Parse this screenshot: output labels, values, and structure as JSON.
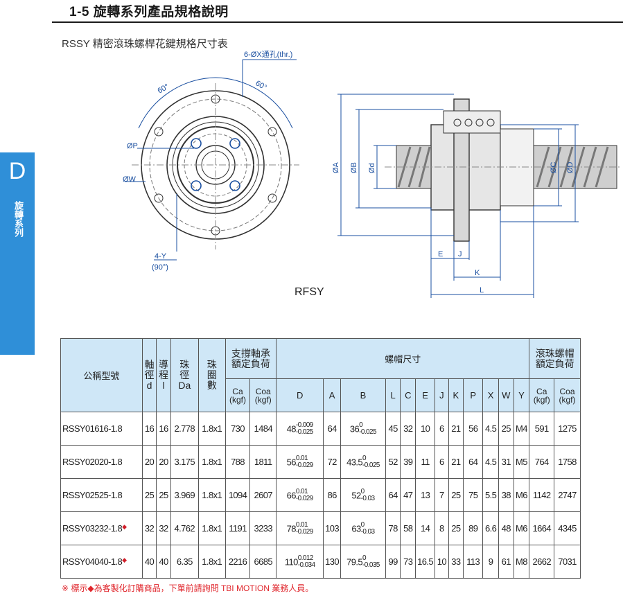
{
  "header": {
    "title": "1-5 旋轉系列產品規格說明"
  },
  "subtitle": "RSSY 精密滾珠螺桿花鍵規格尺寸表",
  "side_tab": {
    "letter": "D",
    "category": "旋轉系列"
  },
  "drawing": {
    "caption": "RFSY",
    "labels": {
      "holes": "6-ØX通孔(thr.)",
      "angle_left": "60°",
      "angle_right": "60°",
      "dia_p": "ØP",
      "dia_w": "ØW",
      "y_holes": "4-Y",
      "y_angle": "(90°)",
      "dia_a": "ØA",
      "dia_b": "ØB",
      "dia_d_small": "Ød",
      "dia_c": "ØC",
      "dia_d": "ØD",
      "e": "E",
      "j": "J",
      "k": "K",
      "l": "L"
    }
  },
  "table": {
    "headers": {
      "model": "公稱型號",
      "shaft": [
        "軸",
        "徑",
        "d"
      ],
      "lead": [
        "導",
        "程",
        "l"
      ],
      "ball": [
        "珠",
        "徑",
        "Da"
      ],
      "circuits": [
        "珠",
        "圈",
        "數"
      ],
      "support": [
        "支撐軸承",
        "額定負荷"
      ],
      "nut": "螺帽尺寸",
      "ballscrew": [
        "滾珠螺帽",
        "額定負荷"
      ],
      "ca": [
        "Ca",
        "(kgf)"
      ],
      "coa": [
        "Coa",
        "(kgf)"
      ],
      "nut_cols": [
        "D",
        "A",
        "B",
        "L",
        "C",
        "E",
        "J",
        "K",
        "P",
        "X",
        "W",
        "Y"
      ]
    },
    "rows": [
      {
        "model": "RSSY01616-1.8",
        "mark": "",
        "d": "16",
        "l": "16",
        "da": "2.778",
        "circ": "1.8x1",
        "ca": "730",
        "coa": "1484",
        "D": "48",
        "D_up": "-0.009",
        "D_dn": "-0.025",
        "A": "64",
        "B": "36",
        "B_up": "0",
        "B_dn": "-0.025",
        "L": "45",
        "C": "32",
        "E": "10",
        "J": "6",
        "K": "21",
        "P": "56",
        "X": "4.5",
        "W": "25",
        "Y": "M4",
        "ca2": "591",
        "coa2": "1275"
      },
      {
        "model": "RSSY02020-1.8",
        "mark": "",
        "d": "20",
        "l": "20",
        "da": "3.175",
        "circ": "1.8x1",
        "ca": "788",
        "coa": "1811",
        "D": "56",
        "D_up": "0.01",
        "D_dn": "-0.029",
        "A": "72",
        "B": "43.5",
        "B_up": "0",
        "B_dn": "-0.025",
        "L": "52",
        "C": "39",
        "E": "11",
        "J": "6",
        "K": "21",
        "P": "64",
        "X": "4.5",
        "W": "31",
        "Y": "M5",
        "ca2": "764",
        "coa2": "1758"
      },
      {
        "model": "RSSY02525-1.8",
        "mark": "",
        "d": "25",
        "l": "25",
        "da": "3.969",
        "circ": "1.8x1",
        "ca": "1094",
        "coa": "2607",
        "D": "66",
        "D_up": "0.01",
        "D_dn": "-0.029",
        "A": "86",
        "B": "52",
        "B_up": "0",
        "B_dn": "-0.03",
        "L": "64",
        "C": "47",
        "E": "13",
        "J": "7",
        "K": "25",
        "P": "75",
        "X": "5.5",
        "W": "38",
        "Y": "M6",
        "ca2": "1142",
        "coa2": "2747"
      },
      {
        "model": "RSSY03232-1.8",
        "mark": "◆",
        "d": "32",
        "l": "32",
        "da": "4.762",
        "circ": "1.8x1",
        "ca": "1191",
        "coa": "3233",
        "D": "78",
        "D_up": "0.01",
        "D_dn": "-0.029",
        "A": "103",
        "B": "63",
        "B_up": "0",
        "B_dn": "-0.03",
        "L": "78",
        "C": "58",
        "E": "14",
        "J": "8",
        "K": "25",
        "P": "89",
        "X": "6.6",
        "W": "48",
        "Y": "M6",
        "ca2": "1664",
        "coa2": "4345"
      },
      {
        "model": "RSSY04040-1.8",
        "mark": "◆",
        "d": "40",
        "l": "40",
        "da": "6.35",
        "circ": "1.8x1",
        "ca": "2216",
        "coa": "6685",
        "D": "110",
        "D_up": "0.012",
        "D_dn": "-0.034",
        "A": "130",
        "B": "79.5",
        "B_up": "0",
        "B_dn": "-0.035",
        "L": "99",
        "C": "73",
        "E": "16.5",
        "J": "10",
        "K": "33",
        "P": "113",
        "X": "9",
        "W": "61",
        "Y": "M8",
        "ca2": "2662",
        "coa2": "7031"
      }
    ]
  },
  "footnote": "※ 標示◆為客製化訂購商品，下單前請詢問 TBI MOTION 業務人員。",
  "colors": {
    "accent": "#2f8fd8",
    "header_fill": "#cfe7f7",
    "mark": "#d0202a"
  }
}
